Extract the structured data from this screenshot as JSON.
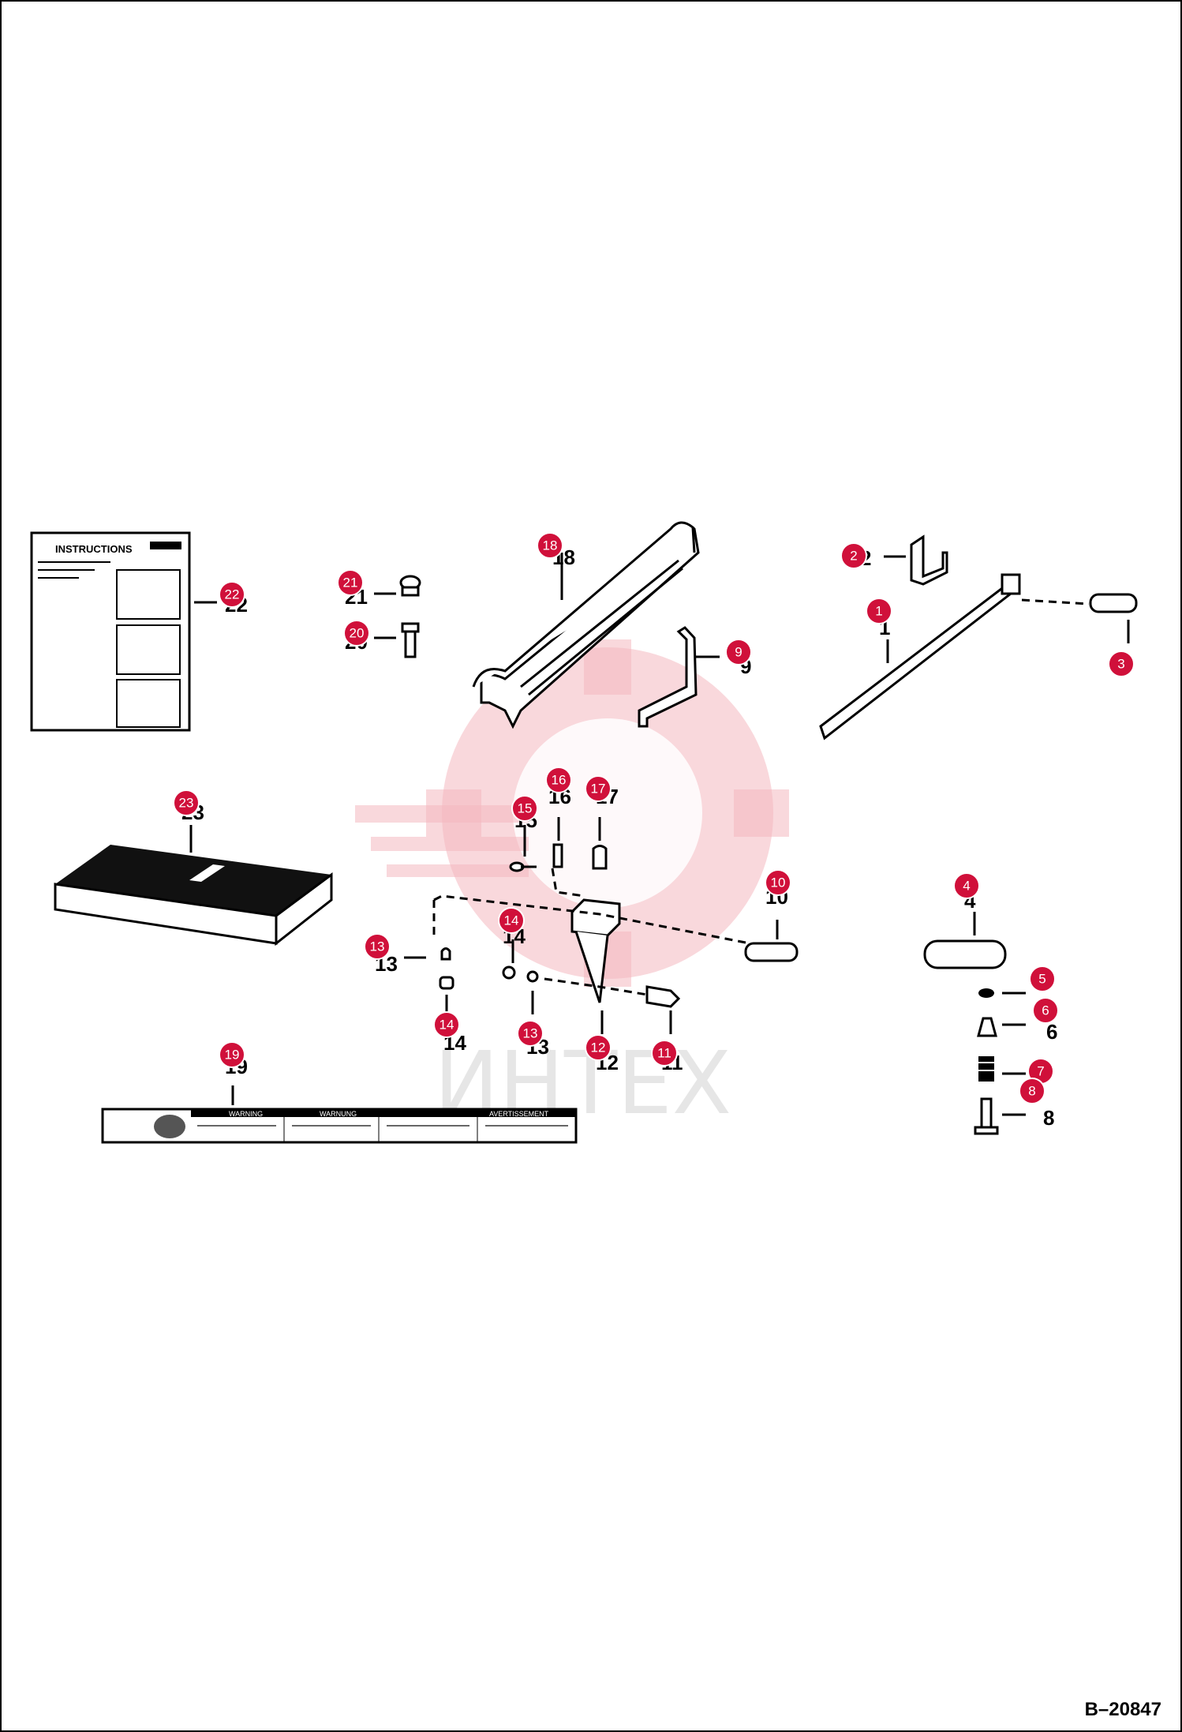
{
  "figure_id": "B–20847",
  "watermark_text": "ИНТЕХ",
  "instruction_sheet_title": "INSTRUCTIONS",
  "decal_headings": [
    "WARNING",
    "WARNUNG",
    "AVERTISSEMENT"
  ],
  "accent_color": "#d0103a",
  "watermark_color": "#f4b8bf",
  "printed_refs": [
    "1",
    "2",
    "3",
    "4",
    "5",
    "6",
    "7",
    "8",
    "9",
    "10",
    "11",
    "12",
    "13",
    "14",
    "15",
    "16",
    "17",
    "18",
    "19",
    "20",
    "21",
    "22",
    "23"
  ],
  "callouts": [
    "1",
    "2",
    "3",
    "4",
    "5",
    "6",
    "7",
    "8",
    "9",
    "10",
    "11",
    "12",
    "13",
    "14",
    "15",
    "16",
    "17",
    "18",
    "19",
    "20",
    "21",
    "22",
    "23"
  ]
}
